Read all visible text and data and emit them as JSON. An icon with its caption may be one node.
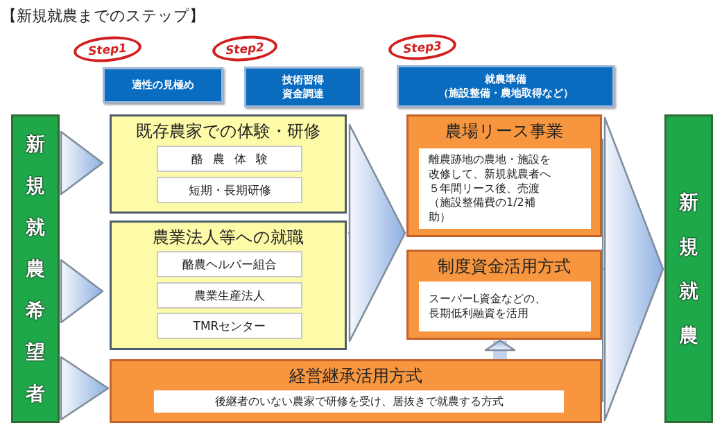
{
  "diagram": {
    "title": "【新規就農までのステップ】",
    "nodes": [
      {
        "text": [
          "Step1"
        ]
      },
      {
        "text": [
          "適性の見極め"
        ]
      },
      {
        "text": [
          "Step2"
        ]
      },
      {
        "text": [
          "技術習得",
          "資金調達"
        ]
      },
      {
        "text": [
          "Step3"
        ]
      },
      {
        "text": [
          "就農準備",
          "（施設整備・農地取得など）"
        ]
      },
      {
        "text": [
          "新規就農希望者"
        ]
      },
      {
        "text": [
          "既存農家での体験・研修"
        ]
      },
      {
        "text": [
          "酪 農 体 験"
        ],
        "in": 7
      },
      {
        "text": [
          "短期・長期研修"
        ],
        "in": 7
      },
      {
        "text": [
          "農業法人等への就職"
        ]
      },
      {
        "text": [
          "酪農ヘルパー組合"
        ],
        "in": 10
      },
      {
        "text": [
          "農業生産法人"
        ],
        "in": 10
      },
      {
        "text": [
          "TMRセンター"
        ],
        "in": 10
      },
      {
        "text": [
          "農場リース事業"
        ]
      },
      {
        "text": [
          "離農跡地の農地・施設を改修して、新規就農者へ５年間リース後、売渡（施設整備費の1/2補助）"
        ],
        "in": 14
      },
      {
        "text": [
          "制度資金活用方式"
        ]
      },
      {
        "text": [
          "スーパーL資金などの、長期低利融資を活用"
        ],
        "in": 16
      },
      {
        "text": [
          "経営継承活用方式"
        ]
      },
      {
        "text": [
          "後継者のいない農家で研修を受け、居抜きで就農する方式"
        ],
        "in": 18
      },
      {
        "text": [
          "新規就農"
        ]
      }
    ],
    "edges": [
      {
        "from": 6,
        "to": 7,
        "arrow": "to"
      },
      {
        "from": 6,
        "to": 10,
        "arrow": "to"
      },
      {
        "from": 6,
        "to": 18,
        "arrow": "to"
      },
      {
        "from": 7,
        "to": 14,
        "arrow": "to"
      },
      {
        "from": 7,
        "to": 16,
        "arrow": "to"
      },
      {
        "from": 10,
        "to": 14,
        "arrow": "to"
      },
      {
        "from": 10,
        "to": 16,
        "arrow": "to"
      },
      {
        "from": 18,
        "to": 16,
        "arrow": "to",
        "style": "thick"
      },
      {
        "from": 14,
        "to": 20,
        "arrow": "to"
      },
      {
        "from": 16,
        "to": 20,
        "arrow": "to"
      },
      {
        "from": 18,
        "to": 20,
        "arrow": "to"
      }
    ]
  }
}
